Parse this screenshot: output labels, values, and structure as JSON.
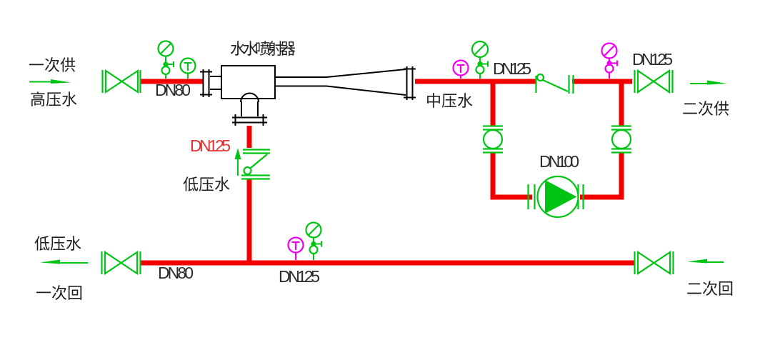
{
  "diagram": {
    "title": "水水喷射器",
    "type": "piping-schematic"
  },
  "colors": {
    "pipe_red": "#f20000",
    "symbol_green": "#00c414",
    "instrument_magenta": "#f000f0",
    "equipment_black": "#000000",
    "label_red": "#e13232"
  },
  "labels": {
    "primary_supply_line1": "一次供",
    "primary_supply_line2": "高压水",
    "ejector_title": "水水喷射器",
    "dn80_top": "DN80",
    "medium_pressure_water": "中压水",
    "dn125_top": "DN125",
    "dn125_right": "DN125",
    "secondary_supply": "二次供",
    "dn125_branch": "DN125",
    "low_pressure_branch": "低压水",
    "dn100_pump": "DN100",
    "low_pressure_return": "低压水",
    "primary_return": "一次回",
    "dn80_bottom": "DN80",
    "dn125_bottom": "DN125",
    "secondary_return": "二次回"
  },
  "components": [
    {
      "name": "water-water-ejector",
      "label": "水水喷射器"
    },
    {
      "name": "gate-valve-primary-supply",
      "size": "DN80"
    },
    {
      "name": "gate-valve-secondary-supply",
      "size": "DN125"
    },
    {
      "name": "gate-valve-primary-return",
      "size": "DN80"
    },
    {
      "name": "gate-valve-secondary-return",
      "size": "DN125"
    },
    {
      "name": "check-valve-main",
      "size": "DN125"
    },
    {
      "name": "check-valve-branch",
      "size": "DN125"
    },
    {
      "name": "circulation-pump",
      "size": "DN100"
    },
    {
      "name": "ball-valve-loop-left",
      "size": ""
    },
    {
      "name": "ball-valve-loop-right",
      "size": ""
    },
    {
      "name": "pressure-gauges",
      "count": 4
    },
    {
      "name": "thermometers",
      "count": 3
    }
  ]
}
